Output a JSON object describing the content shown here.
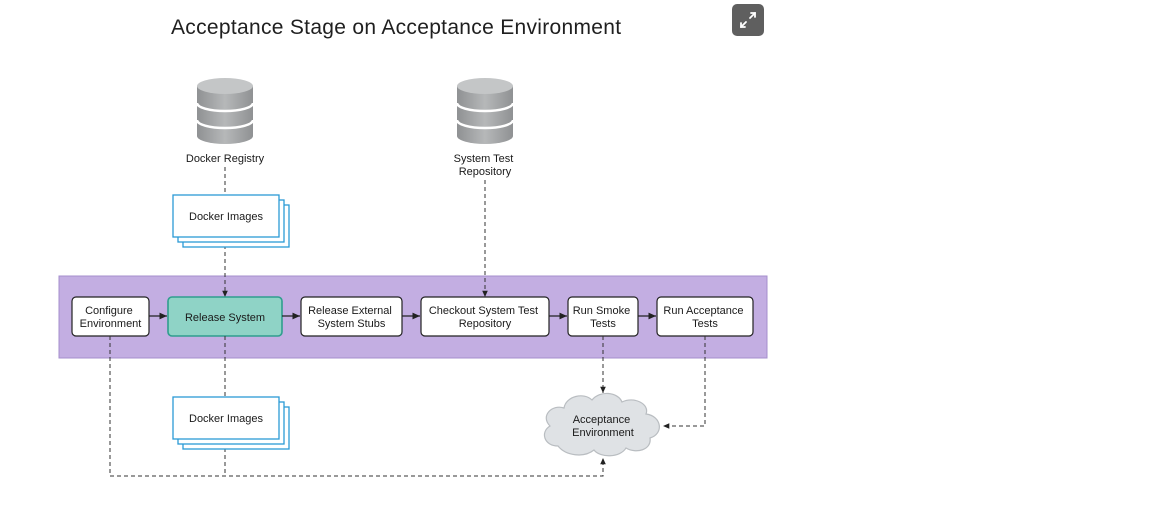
{
  "title": "Acceptance Stage on Acceptance Environment",
  "expand_button": {
    "icon": "expand-icon"
  },
  "sources": {
    "docker_registry": {
      "lines": [
        "Docker Registry"
      ],
      "icon": "database-icon"
    },
    "system_test_repository": {
      "lines": [
        "System Test",
        "Repository"
      ],
      "icon": "database-icon"
    }
  },
  "artifacts": {
    "docker_images_in": {
      "lines": [
        "Docker Images"
      ]
    },
    "docker_images_out": {
      "lines": [
        "Docker Images"
      ]
    }
  },
  "pipeline": {
    "stage_color": "#c3aee2",
    "steps": [
      {
        "lines": [
          "Configure",
          "Environment"
        ]
      },
      {
        "lines": [
          "Release System"
        ],
        "highlight": true
      },
      {
        "lines": [
          "Release External",
          "System Stubs"
        ]
      },
      {
        "lines": [
          "Checkout System Test",
          "Repository"
        ]
      },
      {
        "lines": [
          "Run Smoke",
          "Tests"
        ]
      },
      {
        "lines": [
          "Run Acceptance",
          "Tests"
        ]
      }
    ]
  },
  "target": {
    "lines": [
      "Acceptance",
      "Environment"
    ],
    "icon": "cloud-icon"
  },
  "colors": {
    "highlight_fill": "#8fd3c6",
    "highlight_border": "#2f9e8e",
    "document_border": "#2b9ad6",
    "database_gray": "#a6a8a9",
    "cloud_fill": "#dfe2e5"
  }
}
